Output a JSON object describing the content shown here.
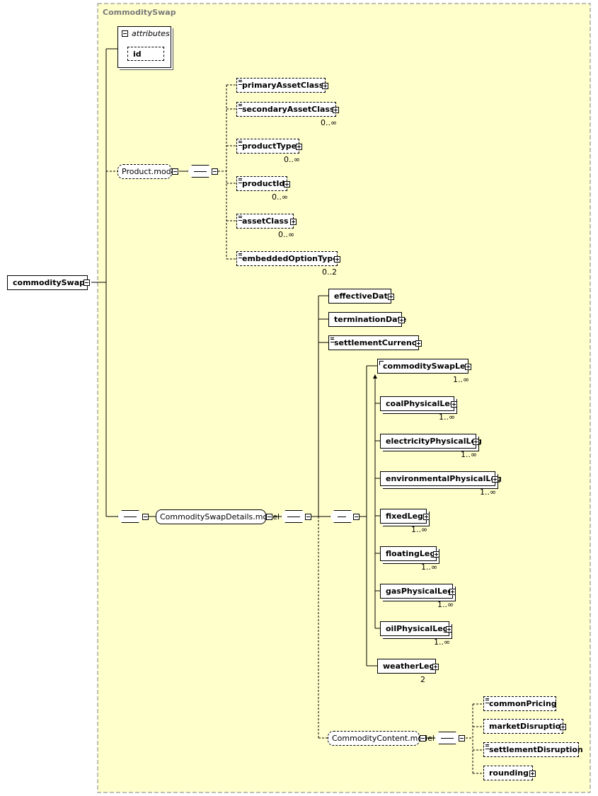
{
  "title": "CommoditySwap",
  "root": {
    "label": "commoditySwap"
  },
  "attributes": {
    "label": "attributes",
    "items": [
      {
        "label": "id"
      }
    ]
  },
  "groups": {
    "product_model": "Product.model",
    "details_model": "CommoditySwapDetails.model",
    "content_model": "CommodityContent.model"
  },
  "product_elements": [
    {
      "label": "primaryAssetClass",
      "card": ""
    },
    {
      "label": "secondaryAssetClass",
      "card": "0..∞"
    },
    {
      "label": "productType",
      "card": "0..∞"
    },
    {
      "label": "productId",
      "card": "0..∞"
    },
    {
      "label": "assetClass",
      "card": "0..∞"
    },
    {
      "label": "embeddedOptionType",
      "card": "0..2"
    }
  ],
  "detail_elements": [
    {
      "label": "effectiveDate"
    },
    {
      "label": "terminationDate"
    },
    {
      "label": "settlementCurrency"
    }
  ],
  "legs": [
    {
      "label": "commoditySwapLeg",
      "card": "1..∞"
    },
    {
      "label": "coalPhysicalLeg",
      "card": "1..∞"
    },
    {
      "label": "electricityPhysicalLeg",
      "card": "1..∞"
    },
    {
      "label": "environmentalPhysicalLeg",
      "card": "1..∞"
    },
    {
      "label": "fixedLeg",
      "card": "1..∞"
    },
    {
      "label": "floatingLeg",
      "card": "1..∞"
    },
    {
      "label": "gasPhysicalLeg",
      "card": "1..∞"
    },
    {
      "label": "oilPhysicalLeg",
      "card": "1..∞"
    },
    {
      "label": "weatherLeg",
      "card": "2"
    }
  ],
  "content_elements": [
    {
      "label": "commonPricing"
    },
    {
      "label": "marketDisruption"
    },
    {
      "label": "settlementDisruption"
    },
    {
      "label": "rounding"
    }
  ],
  "colors": {
    "background": "#ffffcc",
    "frame_border": "#808080",
    "title": "#7a7a7a"
  }
}
